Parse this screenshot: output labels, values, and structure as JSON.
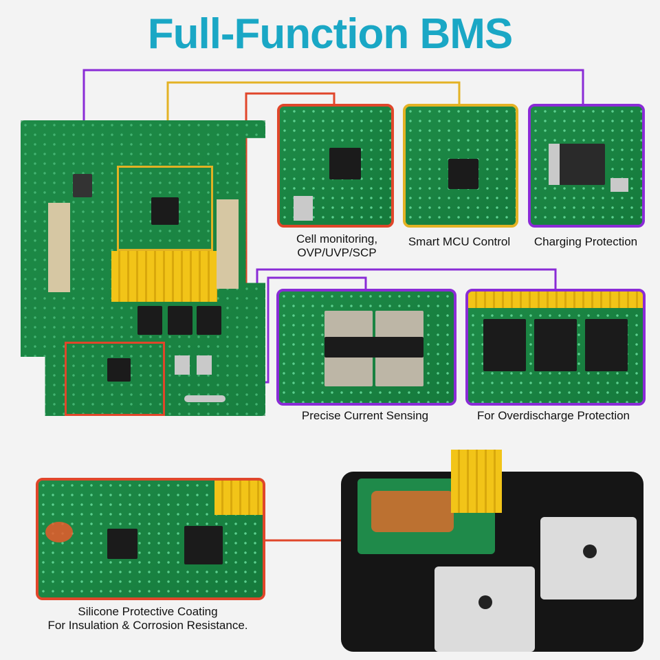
{
  "title": "Full-Function BMS",
  "features": {
    "cell_monitoring": "Cell monitoring,\nOVP/UVP/SCP",
    "smart_mcu": "Smart MCU Control",
    "charging": "Charging Protection",
    "current_sensing": "Precise Current Sensing",
    "overdischarge": "For Overdischarge Protection",
    "coating": "Silicone Protective Coating\nFor Insulation & Corrosion Resistance."
  },
  "colors": {
    "title": "#1aa7c5",
    "orange": "#e0462a",
    "yellow": "#e3b224",
    "purple": "#8a2bd6"
  }
}
